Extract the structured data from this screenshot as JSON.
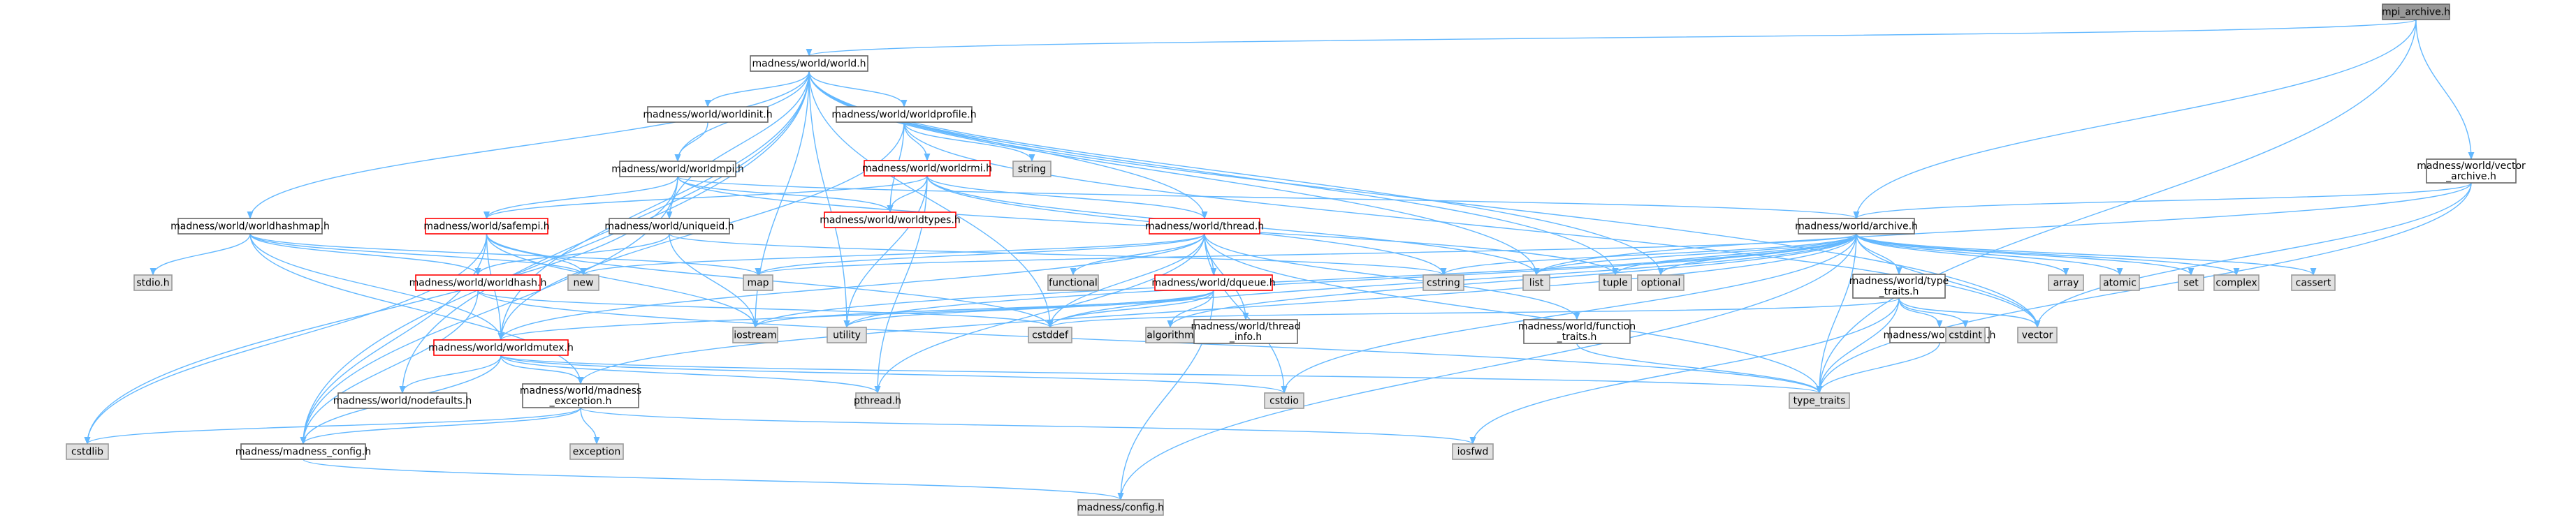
{
  "colors": {
    "root_fill": "#999999",
    "plain_fill": "#ffffff",
    "plain_stroke": "#666666",
    "truncated_stroke": "#ff0000",
    "system_fill": "#e0e0e0",
    "system_stroke": "#999999",
    "edge": "#63b8ff",
    "text": "#000000"
  },
  "nodes": [
    {
      "id": "mpi_archive",
      "lines": [
        "mpi_archive.h"
      ],
      "kind": "root"
    },
    {
      "id": "world",
      "lines": [
        "madness/world/world.h"
      ],
      "kind": "plain"
    },
    {
      "id": "vector_archive",
      "lines": [
        "madness/world/vector",
        "_archive.h"
      ],
      "kind": "plain"
    },
    {
      "id": "worldinit",
      "lines": [
        "madness/world/worldinit.h"
      ],
      "kind": "plain"
    },
    {
      "id": "worldprofile",
      "lines": [
        "madness/world/worldprofile.h"
      ],
      "kind": "plain"
    },
    {
      "id": "string",
      "lines": [
        "string"
      ],
      "kind": "system"
    },
    {
      "id": "worldrmi",
      "lines": [
        "madness/world/worldrmi.h"
      ],
      "kind": "truncated"
    },
    {
      "id": "worldmpi",
      "lines": [
        "madness/world/worldmpi.h"
      ],
      "kind": "plain"
    },
    {
      "id": "worldtypes",
      "lines": [
        "madness/world/worldtypes.h"
      ],
      "kind": "truncated"
    },
    {
      "id": "safempi",
      "lines": [
        "madness/world/safempi.h"
      ],
      "kind": "truncated"
    },
    {
      "id": "uniqueid",
      "lines": [
        "madness/world/uniqueid.h"
      ],
      "kind": "plain"
    },
    {
      "id": "thread",
      "lines": [
        "madness/world/thread.h"
      ],
      "kind": "truncated"
    },
    {
      "id": "worldhashmap",
      "lines": [
        "madness/world/worldhashmap.h"
      ],
      "kind": "plain"
    },
    {
      "id": "archive",
      "lines": [
        "madness/world/archive.h"
      ],
      "kind": "plain"
    },
    {
      "id": "stdio_h",
      "lines": [
        "stdio.h"
      ],
      "kind": "system"
    },
    {
      "id": "new",
      "lines": [
        "new"
      ],
      "kind": "system"
    },
    {
      "id": "map",
      "lines": [
        "map"
      ],
      "kind": "system"
    },
    {
      "id": "worldhash",
      "lines": [
        "madness/world/worldhash.h"
      ],
      "kind": "truncated"
    },
    {
      "id": "functional",
      "lines": [
        "functional"
      ],
      "kind": "system"
    },
    {
      "id": "dqueue",
      "lines": [
        "madness/world/dqueue.h"
      ],
      "kind": "truncated"
    },
    {
      "id": "cstring",
      "lines": [
        "cstring"
      ],
      "kind": "system"
    },
    {
      "id": "list",
      "lines": [
        "list"
      ],
      "kind": "system"
    },
    {
      "id": "tuple",
      "lines": [
        "tuple"
      ],
      "kind": "system"
    },
    {
      "id": "optional",
      "lines": [
        "optional"
      ],
      "kind": "system"
    },
    {
      "id": "type_traits_h",
      "lines": [
        "madness/world/type",
        "_traits.h"
      ],
      "kind": "plain"
    },
    {
      "id": "array",
      "lines": [
        "array"
      ],
      "kind": "system"
    },
    {
      "id": "atomic",
      "lines": [
        "atomic"
      ],
      "kind": "system"
    },
    {
      "id": "set",
      "lines": [
        "set"
      ],
      "kind": "system"
    },
    {
      "id": "complex",
      "lines": [
        "complex"
      ],
      "kind": "system"
    },
    {
      "id": "cassert",
      "lines": [
        "cassert"
      ],
      "kind": "system"
    },
    {
      "id": "iostream",
      "lines": [
        "iostream"
      ],
      "kind": "system"
    },
    {
      "id": "utility",
      "lines": [
        "utility"
      ],
      "kind": "system"
    },
    {
      "id": "cstddef",
      "lines": [
        "cstddef"
      ],
      "kind": "system"
    },
    {
      "id": "algorithm",
      "lines": [
        "algorithm"
      ],
      "kind": "system"
    },
    {
      "id": "thread_info",
      "lines": [
        "madness/world/thread",
        "_info.h"
      ],
      "kind": "plain"
    },
    {
      "id": "function_traits",
      "lines": [
        "madness/world/function",
        "_traits.h"
      ],
      "kind": "plain"
    },
    {
      "id": "meta",
      "lines": [
        "madness/world/meta.h"
      ],
      "kind": "plain"
    },
    {
      "id": "cstdint",
      "lines": [
        "cstdint"
      ],
      "kind": "system"
    },
    {
      "id": "vector",
      "lines": [
        "vector"
      ],
      "kind": "system"
    },
    {
      "id": "worldmutex",
      "lines": [
        "madness/world/worldmutex.h"
      ],
      "kind": "truncated"
    },
    {
      "id": "nodefaults",
      "lines": [
        "madness/world/nodefaults.h"
      ],
      "kind": "plain"
    },
    {
      "id": "madness_exception",
      "lines": [
        "madness/world/madness",
        "_exception.h"
      ],
      "kind": "plain"
    },
    {
      "id": "pthread",
      "lines": [
        "pthread.h"
      ],
      "kind": "system"
    },
    {
      "id": "cstdio",
      "lines": [
        "cstdio"
      ],
      "kind": "system"
    },
    {
      "id": "type_traits",
      "lines": [
        "type_traits"
      ],
      "kind": "system"
    },
    {
      "id": "cstdlib",
      "lines": [
        "cstdlib"
      ],
      "kind": "system"
    },
    {
      "id": "madness_config",
      "lines": [
        "madness/madness_config.h"
      ],
      "kind": "plain"
    },
    {
      "id": "exception",
      "lines": [
        "exception"
      ],
      "kind": "system"
    },
    {
      "id": "iosfwd",
      "lines": [
        "iosfwd"
      ],
      "kind": "system"
    },
    {
      "id": "config",
      "lines": [
        "madness/config.h"
      ],
      "kind": "system"
    }
  ],
  "edges": [
    [
      "mpi_archive",
      "world"
    ],
    [
      "mpi_archive",
      "archive"
    ],
    [
      "mpi_archive",
      "vector_archive"
    ],
    [
      "mpi_archive",
      "type_traits"
    ],
    [
      "vector_archive",
      "archive"
    ],
    [
      "vector_archive",
      "vector"
    ],
    [
      "vector_archive",
      "type_traits"
    ],
    [
      "vector_archive",
      "list"
    ],
    [
      "world",
      "worldinit"
    ],
    [
      "world",
      "worldprofile"
    ],
    [
      "world",
      "worldmpi"
    ],
    [
      "world",
      "worldhashmap"
    ],
    [
      "world",
      "uniqueid"
    ],
    [
      "world",
      "thread"
    ],
    [
      "world",
      "worldmutex"
    ],
    [
      "world",
      "nodefaults"
    ],
    [
      "world",
      "madness_config"
    ],
    [
      "world",
      "list"
    ],
    [
      "world",
      "cstddef"
    ],
    [
      "world",
      "optional"
    ],
    [
      "world",
      "utility"
    ],
    [
      "world",
      "vector"
    ],
    [
      "world",
      "tuple"
    ],
    [
      "world",
      "iostream"
    ],
    [
      "worldinit",
      "worldmpi"
    ],
    [
      "worldprofile",
      "worldrmi"
    ],
    [
      "worldprofile",
      "worldtypes"
    ],
    [
      "worldprofile",
      "string"
    ],
    [
      "worldprofile",
      "worldmutex"
    ],
    [
      "worldprofile",
      "vector"
    ],
    [
      "worldrmi",
      "worldtypes"
    ],
    [
      "worldrmi",
      "safempi"
    ],
    [
      "worldrmi",
      "thread"
    ],
    [
      "worldrmi",
      "list"
    ],
    [
      "worldrmi",
      "pthread"
    ],
    [
      "worldrmi",
      "utility"
    ],
    [
      "worldrmi",
      "cstring"
    ],
    [
      "worldmpi",
      "safempi"
    ],
    [
      "worldmpi",
      "worldtypes"
    ],
    [
      "worldmpi",
      "archive"
    ],
    [
      "worldmpi",
      "madness_config"
    ],
    [
      "worldmpi",
      "cstdlib"
    ],
    [
      "worldmpi",
      "tuple"
    ],
    [
      "safempi",
      "worldmutex"
    ],
    [
      "safempi",
      "iostream"
    ],
    [
      "safempi",
      "madness_config"
    ],
    [
      "safempi",
      "cstddef"
    ],
    [
      "safempi",
      "new"
    ],
    [
      "safempi",
      "cstdlib"
    ],
    [
      "uniqueid",
      "worldhash"
    ],
    [
      "uniqueid",
      "iostream"
    ],
    [
      "uniqueid",
      "cstring"
    ],
    [
      "thread",
      "dqueue"
    ],
    [
      "thread",
      "thread_info"
    ],
    [
      "thread",
      "function_traits"
    ],
    [
      "thread",
      "worldmutex"
    ],
    [
      "thread",
      "functional"
    ],
    [
      "thread",
      "cstddef"
    ],
    [
      "thread",
      "pthread"
    ],
    [
      "thread",
      "cstdio"
    ],
    [
      "thread",
      "type_traits"
    ],
    [
      "thread",
      "map"
    ],
    [
      "thread",
      "new"
    ],
    [
      "worldhashmap",
      "worldmutex"
    ],
    [
      "worldhashmap",
      "worldhash"
    ],
    [
      "worldhashmap",
      "madness_exception"
    ],
    [
      "worldhashmap",
      "stdio_h"
    ],
    [
      "worldhashmap",
      "map"
    ],
    [
      "worldhashmap",
      "new"
    ],
    [
      "archive",
      "type_traits_h"
    ],
    [
      "archive",
      "madness_exception"
    ],
    [
      "archive",
      "array"
    ],
    [
      "archive",
      "atomic"
    ],
    [
      "archive",
      "set"
    ],
    [
      "archive",
      "complex"
    ],
    [
      "archive",
      "cassert"
    ],
    [
      "archive",
      "cstddef"
    ],
    [
      "archive",
      "cstdio"
    ],
    [
      "archive",
      "cstring"
    ],
    [
      "archive",
      "list"
    ],
    [
      "archive",
      "tuple"
    ],
    [
      "archive",
      "optional"
    ],
    [
      "archive",
      "vector"
    ],
    [
      "archive",
      "type_traits"
    ],
    [
      "archive",
      "config"
    ],
    [
      "archive",
      "map"
    ],
    [
      "archive",
      "utility"
    ],
    [
      "archive",
      "algorithm"
    ],
    [
      "archive",
      "iostream"
    ],
    [
      "type_traits_h",
      "meta"
    ],
    [
      "type_traits_h",
      "cstdint"
    ],
    [
      "type_traits_h",
      "vector"
    ],
    [
      "type_traits_h",
      "type_traits"
    ],
    [
      "type_traits_h",
      "iosfwd"
    ],
    [
      "type_traits_h",
      "cstddef"
    ],
    [
      "meta",
      "type_traits"
    ],
    [
      "function_traits",
      "type_traits"
    ],
    [
      "dqueue",
      "worldmutex"
    ],
    [
      "dqueue",
      "algorithm"
    ],
    [
      "dqueue",
      "iostream"
    ],
    [
      "dqueue",
      "cstddef"
    ],
    [
      "dqueue",
      "utility"
    ],
    [
      "dqueue",
      "config"
    ],
    [
      "worldhash",
      "madness_config"
    ],
    [
      "worldhash",
      "cstddef"
    ],
    [
      "worldhash",
      "type_traits"
    ],
    [
      "worldmutex",
      "nodefaults"
    ],
    [
      "worldmutex",
      "madness_exception"
    ],
    [
      "worldmutex",
      "madness_config"
    ],
    [
      "worldmutex",
      "pthread"
    ],
    [
      "worldmutex",
      "cstdio"
    ],
    [
      "worldmutex",
      "type_traits"
    ],
    [
      "madness_exception",
      "madness_config"
    ],
    [
      "madness_exception",
      "exception"
    ],
    [
      "madness_exception",
      "iosfwd"
    ],
    [
      "madness_exception",
      "cstdlib"
    ],
    [
      "madness_config",
      "config"
    ]
  ]
}
